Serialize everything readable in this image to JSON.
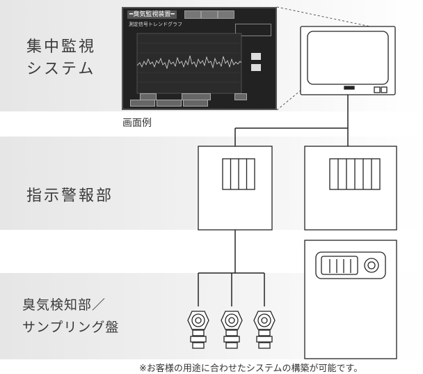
{
  "sections": [
    {
      "label_line1": "集中監視",
      "label_line2": "システム"
    },
    {
      "label_line1": "指示警報部"
    },
    {
      "label_line1": "臭気検知部／",
      "label_line2": "サンプリング盤"
    }
  ],
  "screen": {
    "caption": "画面例",
    "header": "━臭気監視装置━",
    "subtitle": "測定信号トレンドグラフ"
  },
  "footnote": "※お客様の用途に合わせたシステムの構築が可能です。",
  "colors": {
    "line": "#222222",
    "band_left": "#e6e6e6",
    "band_right": "#ffffff",
    "screen_bg": "#222222",
    "trend": "#dddddd"
  },
  "icons": [
    "monitor-icon",
    "indicator-panel-icon",
    "sampling-panel-icon",
    "odor-sensor-icon"
  ]
}
